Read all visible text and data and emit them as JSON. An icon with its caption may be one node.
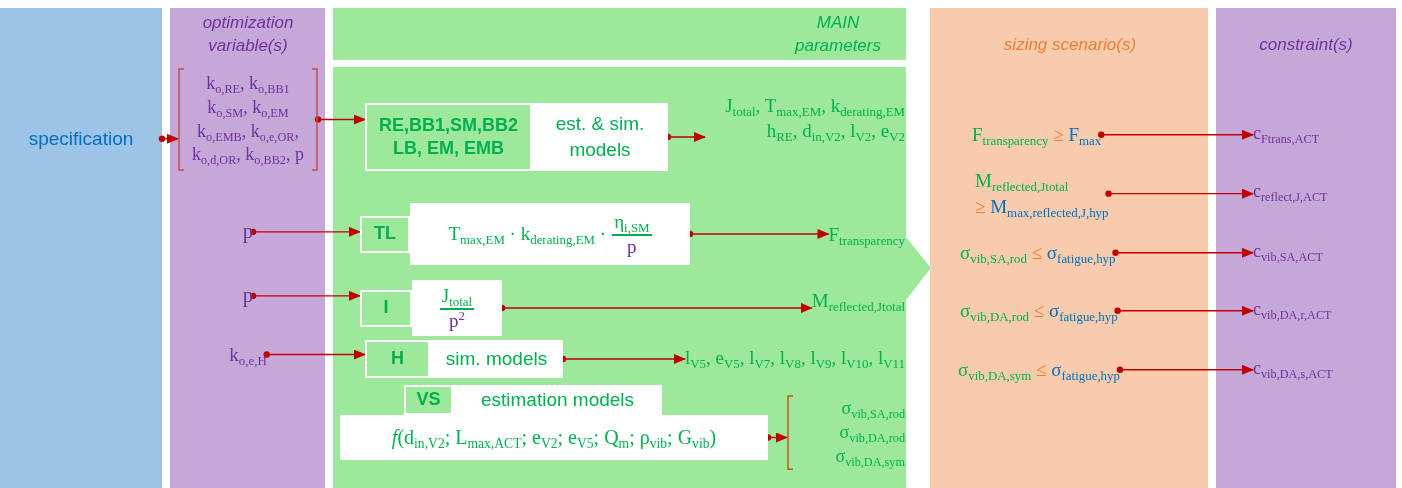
{
  "diagram": {
    "nodes": [
      {
        "text": [
          "specification"
        ]
      },
      {
        "text": [
          "optimization variable(s)"
        ]
      },
      {
        "text": [
          "k$_{o,RE}$, k$_{o,BB1}$ k$_{o,SM}$, k$_{o,EM}$ k$_{o,EMB}$, k$_{o,e,OR}$, k$_{o,d,OR}$, k$_{o,BB2}$, p"
        ],
        "in": 1
      },
      {
        "text": [
          "p"
        ],
        "in": 1
      },
      {
        "text": [
          "p"
        ],
        "in": 1
      },
      {
        "text": [
          "k$_{o,e,H}$"
        ],
        "in": 1
      },
      {
        "text": [
          "MAIN parameters"
        ]
      },
      {
        "text": [],
        "shape": "box"
      },
      {
        "text": [
          "RE,BB1,SM,BB2 LB, EM, EMB",
          "est. & sim. models"
        ],
        "in": 7
      },
      {
        "text": [
          "TL",
          "T$_{max,EM}$ · k$_{derating,EM}$ ·",
          "η$_{i,SM}$",
          "p"
        ],
        "in": 7
      },
      {
        "text": [
          "I",
          "J$_{total}$",
          "p$^{2}$"
        ],
        "in": 7
      },
      {
        "text": [
          "H",
          "sim. models"
        ],
        "in": 7
      },
      {
        "text": [
          "VS",
          "estimation models",
          "*f*(d$_{in,V2}$; L$_{max,ACT}$; e$_{V2}$; e$_{V5}$; Q$_{m}$; ρ$_{vib}$; G$_{vib}$)"
        ],
        "in": 7
      },
      {
        "text": [
          "J$_{total}$, T$_{max,EM}$, k$_{derating,EM}$ h$_{RE}$, d$_{in,V2}$, l$_{V2}$, e$_{V2}$"
        ],
        "in": 7
      },
      {
        "text": [
          "F$_{transparency}$"
        ],
        "in": 7
      },
      {
        "text": [
          "M$_{reflected,Jtotal}$"
        ],
        "in": 7
      },
      {
        "text": [
          "l$_{V5}$, e$_{V5}$, l$_{V7}$, l$_{V8}$, l$_{V9}$, l$_{V10}$, l$_{V11}$"
        ],
        "in": 7
      },
      {
        "text": [
          "σ$_{vib,SA,rod}$ σ$_{vib,DA,rod}$ σ$_{vib,DA,sym}$"
        ],
        "in": 7
      },
      {
        "text": [
          "sizing scenario(s)"
        ]
      },
      {
        "text": [
          "F$_{transparency}$",
          "≥",
          "F$_{max}$"
        ],
        "in": 18
      },
      {
        "text": [
          "M$_{reflected,Jtotal}$",
          "≥",
          "M$_{max,reflected,J,hyp}$"
        ],
        "in": 18
      },
      {
        "text": [
          "σ$_{vib,SA,rod}$",
          "≤",
          "σ$_{fatigue,hyp}$"
        ],
        "in": 18
      },
      {
        "text": [
          "σ$_{vib,DA,rod}$",
          "≤",
          "σ$_{fatigue,hyp}$"
        ],
        "in": 18
      },
      {
        "text": [
          "σ$_{vib,DA,sym}$",
          "≤",
          "σ$_{fatigue,hyp}$"
        ],
        "in": 18
      },
      {
        "text": [
          "constraint(s)"
        ]
      },
      {
        "text": [
          "c$_{Ftrans,ACT}$"
        ],
        "in": 24
      },
      {
        "text": [
          "c$_{reflect,J,ACT}$"
        ],
        "in": 24
      },
      {
        "text": [
          "c$_{vib,SA,ACT}$"
        ],
        "in": 24
      },
      {
        "text": [
          "c$_{vib,DA,r,ACT}$"
        ],
        "in": 24
      },
      {
        "text": [
          "c$_{vib,DA,s,ACT}$"
        ],
        "in": 24
      }
    ],
    "edges": [
      {
        "from": 0,
        "to": 2,
        "arrow": "to"
      },
      {
        "from": 2,
        "to": 8,
        "arrow": "to"
      },
      {
        "from": 3,
        "to": 9,
        "arrow": "to"
      },
      {
        "from": 4,
        "to": 10,
        "arrow": "to"
      },
      {
        "from": 5,
        "to": 11,
        "arrow": "to"
      },
      {
        "from": 8,
        "to": 13,
        "arrow": "to"
      },
      {
        "from": 9,
        "to": 14,
        "arrow": "to"
      },
      {
        "from": 10,
        "to": 15,
        "arrow": "to"
      },
      {
        "from": 11,
        "to": 16,
        "arrow": "to"
      },
      {
        "from": 12,
        "to": 17,
        "arrow": "to"
      },
      {
        "from": 19,
        "to": 25,
        "arrow": "to"
      },
      {
        "from": 20,
        "to": 26,
        "arrow": "to"
      },
      {
        "from": 21,
        "to": 27,
        "arrow": "to"
      },
      {
        "from": 22,
        "to": 28,
        "arrow": "to"
      },
      {
        "from": 23,
        "to": 29,
        "arrow": "to"
      }
    ]
  }
}
